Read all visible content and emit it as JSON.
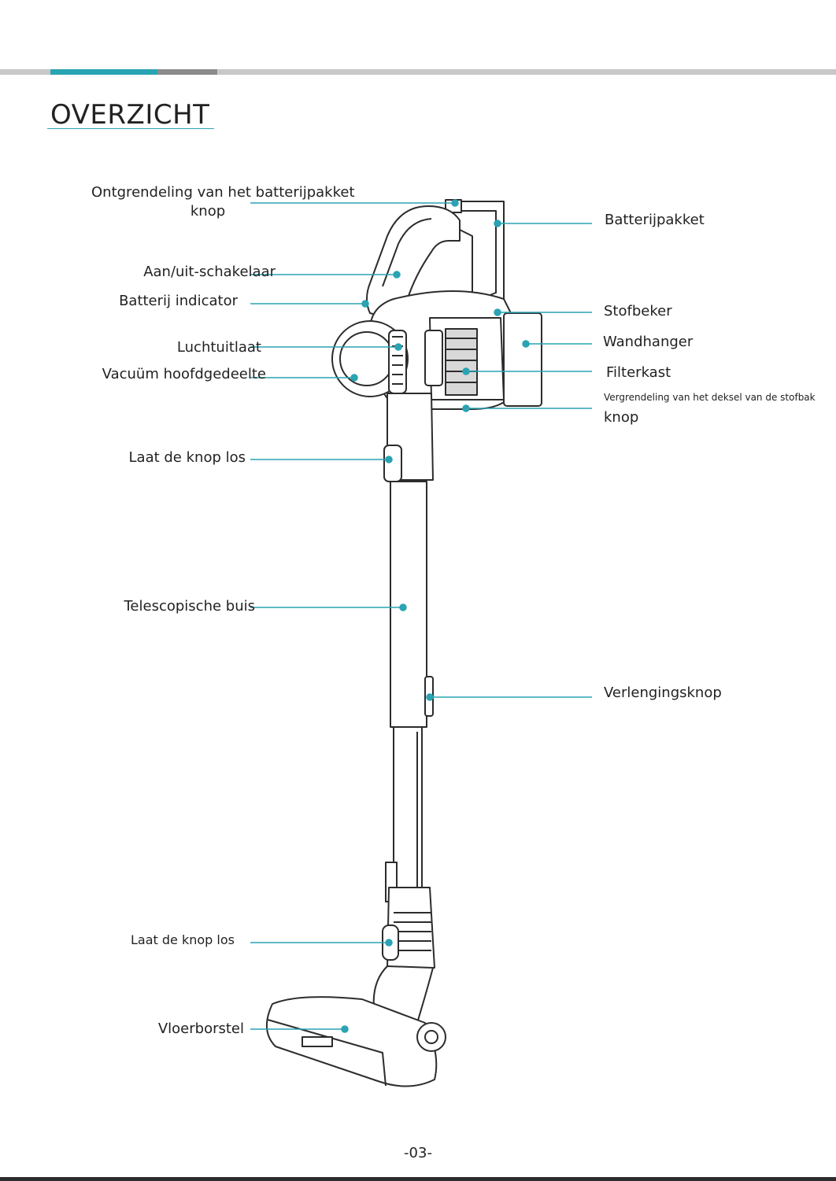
{
  "header": {
    "title": "OVERZICHT"
  },
  "labels": {
    "battery_release_line1": "Ontgrendeling van het batterijpakket",
    "battery_release_line2": "knop",
    "power_switch": "Aan/uit-schakelaar",
    "battery_indicator": "Batterij indicator",
    "air_outlet": "Luchtuitlaat",
    "main_body": "Vacuüm hoofdgedeelte",
    "release_button_top": "Laat de knop los",
    "telescopic_tube": "Telescopische buis",
    "release_button_bottom": "Laat de knop los",
    "floor_brush": "Vloerborstel",
    "battery_pack": "Batterijpakket",
    "dust_cup": "Stofbeker",
    "wall_hanger": "Wandhanger",
    "filter_box": "Filterkast",
    "dust_lid_lock_line1": "Vergrendeling van het deksel van de stofbak",
    "dust_lid_lock_line2": "knop",
    "extension_button": "Verlengingsknop"
  },
  "footer": {
    "page_number": "-03-"
  },
  "colors": {
    "accent": "#2aa3b3",
    "line": "#2c2c2c",
    "bar": "#c8c8c8"
  }
}
